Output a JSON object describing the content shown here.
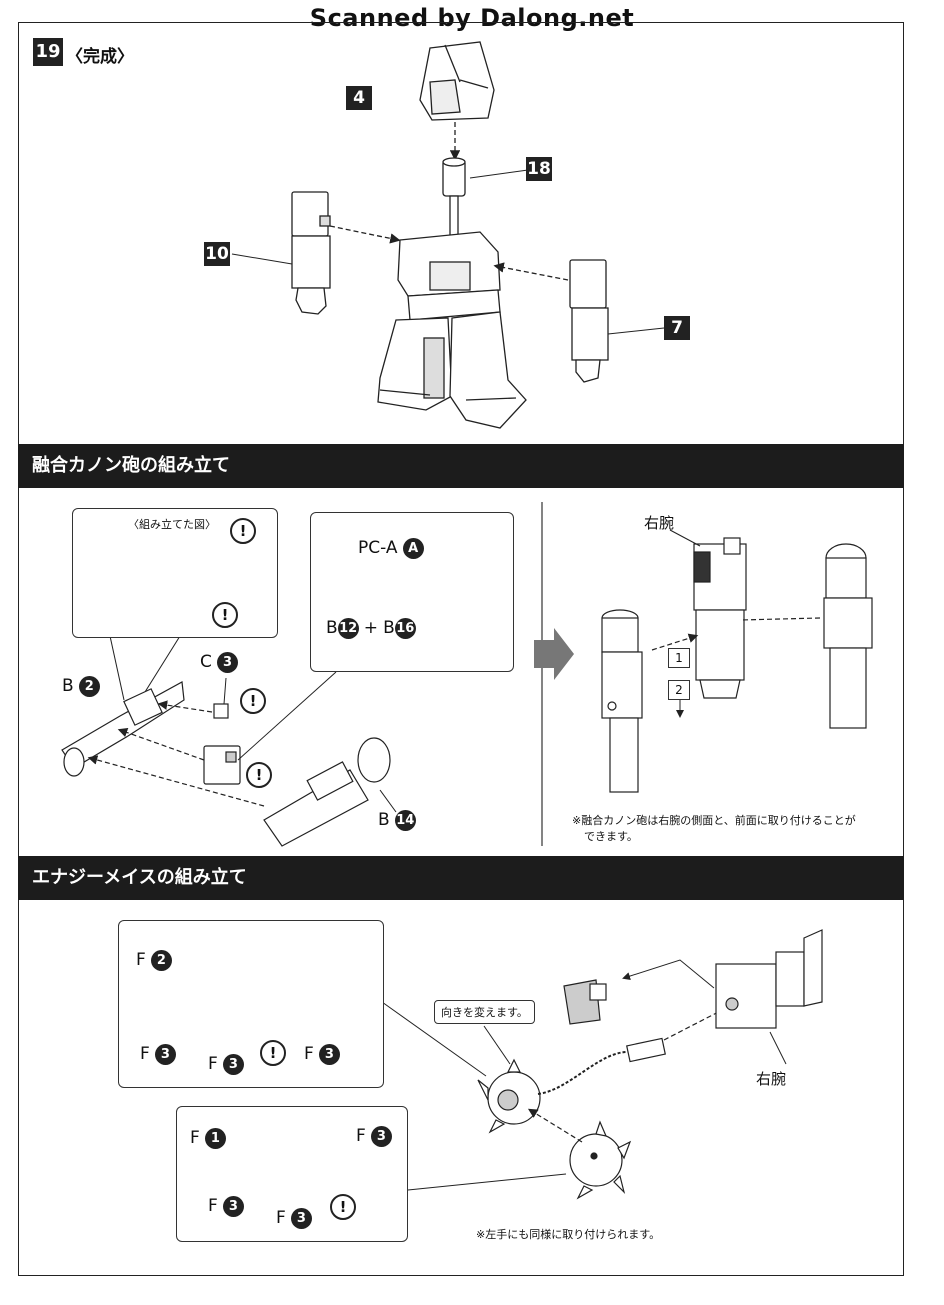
{
  "header": {
    "scan_credit": "Scanned by Dalong.net"
  },
  "step19": {
    "number": "19",
    "title": "〈完成〉",
    "callouts": {
      "head": "4",
      "neck": "18",
      "left_arm": "10",
      "right_arm": "7"
    }
  },
  "cannon_section": {
    "title": "融合カノン砲の組み立て",
    "assembled_view_label": "〈組み立てた図〉",
    "warn_mark": "!",
    "pca": {
      "prefix": "PC-A",
      "circle": "A"
    },
    "b12_b16": {
      "b1": "B",
      "c1": "12",
      "plus": "+",
      "b2": "B",
      "c2": "16"
    },
    "b2": {
      "prefix": "B",
      "circle": "2"
    },
    "c3": {
      "prefix": "C",
      "circle": "3"
    },
    "b14": {
      "prefix": "B",
      "circle": "14"
    },
    "right_arm_label": "右腕",
    "step1": "1",
    "step2": "2",
    "note_line1": "※融合カノン砲は右腕の側面と、前面に取り付けることが",
    "note_line2": "できます。"
  },
  "mace_section": {
    "title": "エナジーメイスの組み立て",
    "f_prefix": "F",
    "f2": "2",
    "f3": "3",
    "f1": "1",
    "change_direction": "向きを変えます。",
    "right_arm_label": "右腕",
    "note": "※左手にも同様に取り付けられます。"
  }
}
